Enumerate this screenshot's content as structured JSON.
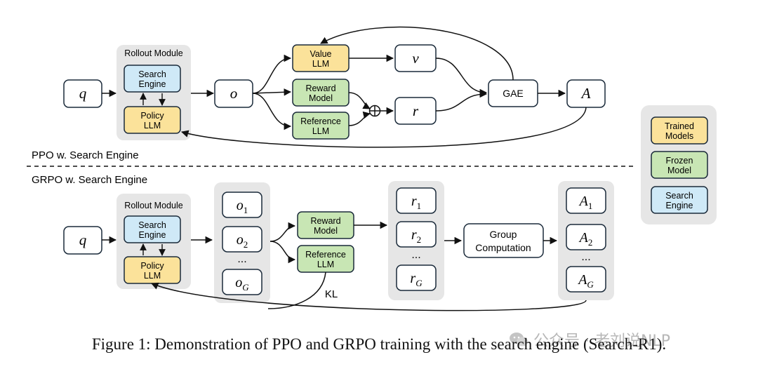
{
  "ppo": {
    "section_label": "PPO w. Search Engine",
    "query": "q",
    "rollout_title": "Rollout Module",
    "search_engine": [
      "Search",
      "Engine"
    ],
    "policy_llm": [
      "Policy",
      "LLM"
    ],
    "output": "o",
    "value_llm": [
      "Value",
      "LLM"
    ],
    "reward_model": [
      "Reward",
      "Model"
    ],
    "reference_llm": [
      "Reference",
      "LLM"
    ],
    "value": "v",
    "reward": "r",
    "gae": "GAE",
    "advantage": "A"
  },
  "grpo": {
    "section_label": "GRPO w. Search Engine",
    "query": "q",
    "rollout_title": "Rollout Module",
    "search_engine": [
      "Search",
      "Engine"
    ],
    "policy_llm": [
      "Policy",
      "LLM"
    ],
    "outputs": [
      {
        "base": "o",
        "sub": "1"
      },
      {
        "base": "o",
        "sub": "2"
      },
      {
        "base": "o",
        "sub": "G"
      }
    ],
    "reward_model": [
      "Reward",
      "Model"
    ],
    "reference_llm": [
      "Reference",
      "LLM"
    ],
    "kl": "KL",
    "rewards": [
      {
        "base": "r",
        "sub": "1"
      },
      {
        "base": "r",
        "sub": "2"
      },
      {
        "base": "r",
        "sub": "G"
      }
    ],
    "group_computation": [
      "Group",
      "Computation"
    ],
    "advantages": [
      {
        "base": "A",
        "sub": "1"
      },
      {
        "base": "A",
        "sub": "2"
      },
      {
        "base": "A",
        "sub": "G"
      }
    ],
    "ellipsis": "..."
  },
  "legend": {
    "trained": [
      "Trained",
      "Models"
    ],
    "frozen": [
      "Frozen",
      "Model"
    ],
    "search": [
      "Search",
      "Engine"
    ]
  },
  "caption": "Figure 1: Demonstration of PPO and GRPO training with the search engine (Search-R1).",
  "watermark": "公众号 · 老刘说NLP",
  "colors": {
    "trained": "#fbe29a",
    "frozen": "#c8e6b4",
    "search": "#cfe9f7",
    "group_bg": "#e6e6e6",
    "stroke": "#1a2a3a"
  }
}
